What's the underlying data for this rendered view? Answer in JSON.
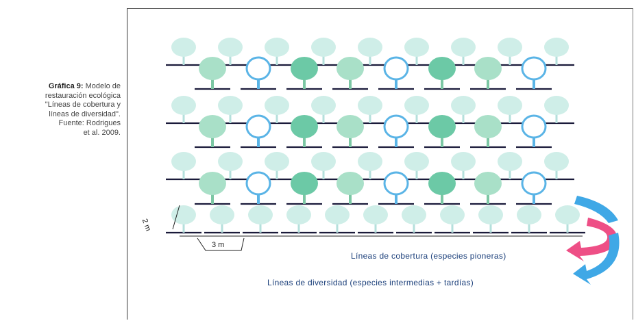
{
  "caption": {
    "label": "Gráfica 9:",
    "text_lines": [
      "Modelo de",
      "restauración ecológica",
      "\"Líneas de cobertura y",
      "líneas de diversidad\".",
      "Fuente: Rodrigues",
      "et al. 2009."
    ]
  },
  "diagram": {
    "rows": [
      {
        "kind": "cobertura",
        "pattern": [
          "pioneer",
          "pioneer",
          "pioneer",
          "pioneer",
          "pioneer",
          "pioneer",
          "pioneer",
          "pioneer",
          "pioneer"
        ]
      },
      {
        "kind": "diversidad",
        "pattern": [
          "intermedia",
          "tardia",
          "intermedia-dark",
          "intermedia",
          "tardia",
          "intermedia-dark",
          "intermedia",
          "tardia"
        ]
      },
      {
        "kind": "cobertura",
        "pattern": [
          "pioneer",
          "pioneer",
          "pioneer",
          "pioneer",
          "pioneer",
          "pioneer",
          "pioneer",
          "pioneer",
          "pioneer"
        ]
      },
      {
        "kind": "diversidad",
        "pattern": [
          "intermedia",
          "tardia",
          "intermedia-dark",
          "intermedia",
          "tardia",
          "intermedia-dark",
          "intermedia",
          "tardia"
        ]
      },
      {
        "kind": "cobertura",
        "pattern": [
          "pioneer",
          "pioneer",
          "pioneer",
          "pioneer",
          "pioneer",
          "pioneer",
          "pioneer",
          "pioneer",
          "pioneer"
        ]
      },
      {
        "kind": "diversidad",
        "pattern": [
          "intermedia",
          "tardia",
          "intermedia-dark",
          "intermedia",
          "tardia",
          "intermedia-dark",
          "intermedia",
          "tardia"
        ]
      },
      {
        "kind": "cobertura",
        "pattern": [
          "pioneer",
          "pioneer",
          "pioneer",
          "pioneer",
          "pioneer",
          "pioneer",
          "pioneer",
          "pioneer",
          "pioneer",
          "pioneer",
          "pioneer"
        ]
      }
    ],
    "dim_row_spacing": "2 m",
    "dim_col_spacing": "3 m",
    "legend_cobertura": "Líneas de cobertura (especies pioneras)",
    "legend_diversidad": "Líneas de diversidad (especies intermedias + tardías)",
    "colors": {
      "pioneer": "#cfeee8",
      "intermedia": "#a9e0c8",
      "intermedia_dark": "#6cc9a6",
      "tardia_outline": "#5ab4e6",
      "ground_line": "#1a1a3a",
      "arrow_blue": "#3fa8e6",
      "arrow_pink": "#ee4f86",
      "legend_text": "#1b3f7a"
    }
  }
}
